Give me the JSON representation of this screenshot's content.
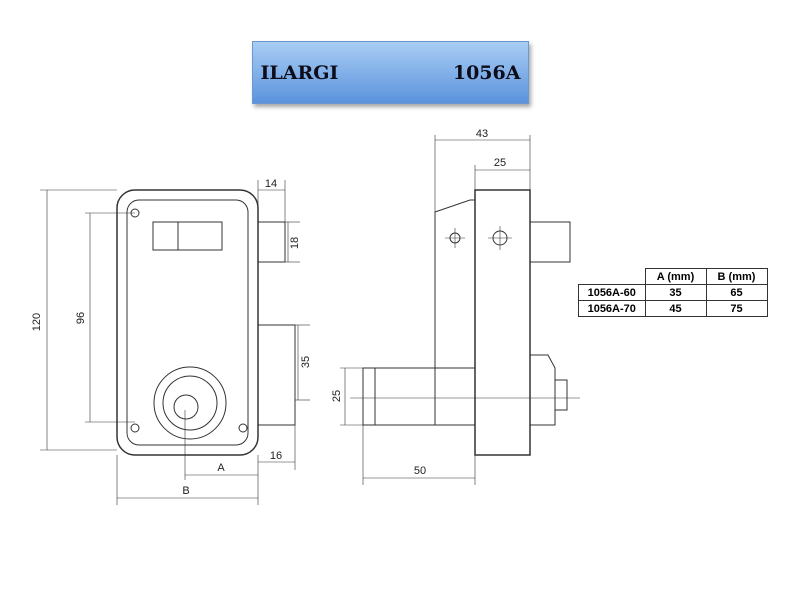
{
  "title": "ILARGI    1056A",
  "front_view": {
    "dim_120": "120",
    "dim_96": "96",
    "dim_14": "14",
    "dim_18": "18",
    "dim_35": "35",
    "dim_16": "16",
    "dim_A": "A",
    "dim_B": "B"
  },
  "side_view": {
    "dim_43": "43",
    "dim_25_top": "25",
    "dim_25_left": "25",
    "dim_50": "50"
  },
  "table": {
    "headers": [
      "",
      "A (mm)",
      "B (mm)"
    ],
    "rows": [
      [
        "1056A-60",
        "35",
        "65"
      ],
      [
        "1056A-70",
        "45",
        "75"
      ]
    ]
  }
}
